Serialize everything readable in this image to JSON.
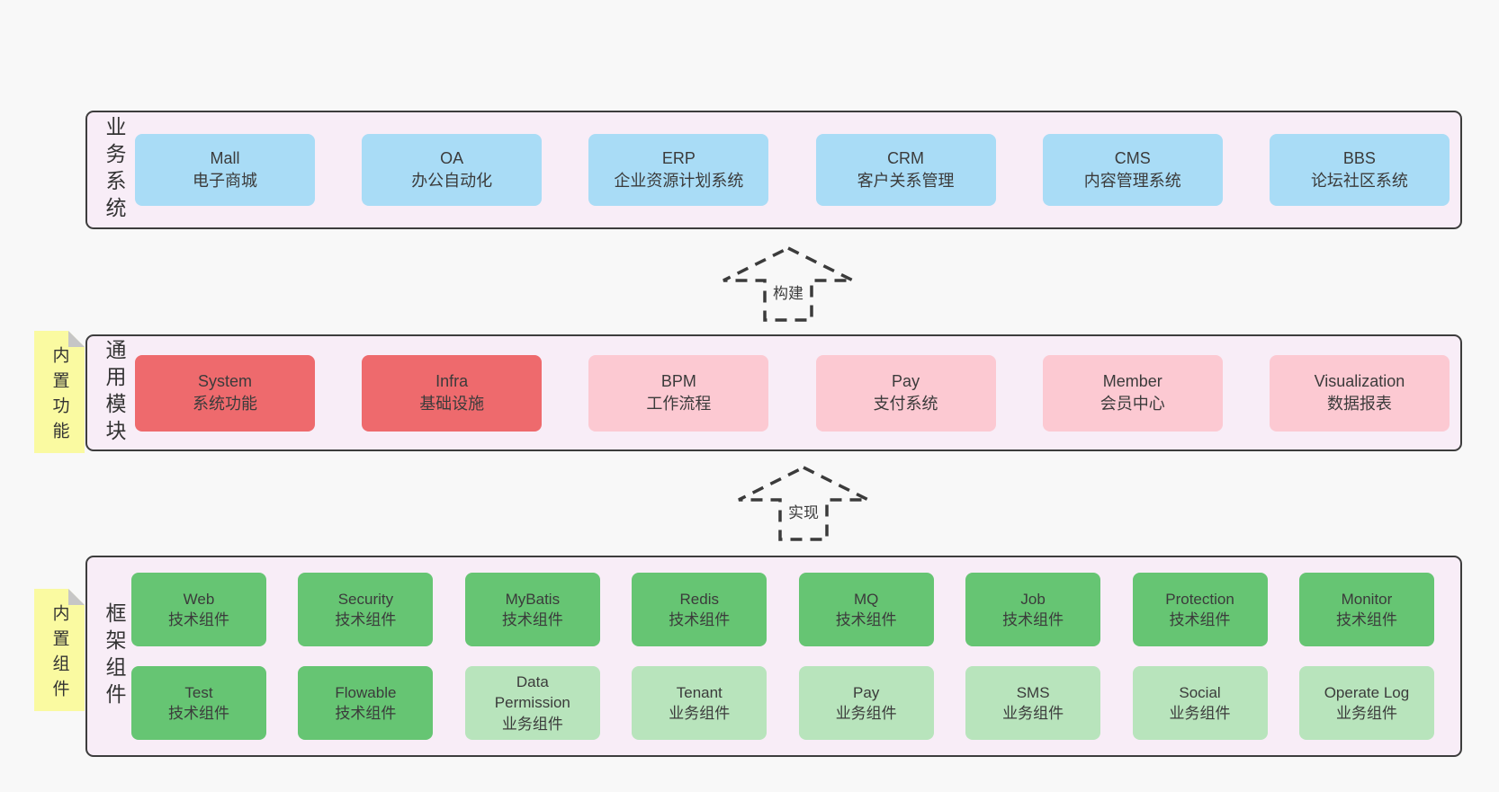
{
  "palette": {
    "page_bg": "#f8f8f8",
    "band_bg": "#f8edf7",
    "outline": "#3d3d3d",
    "box_blue": "#a9dcf6",
    "box_red": "#ee6a6d",
    "box_pink": "#fcc9d2",
    "box_green_dark": "#66c573",
    "box_green_light": "#b8e4bc",
    "sticky_yellow": "#fafaa1",
    "sticky_fold": "#c6c6c6"
  },
  "bands": [
    {
      "label": "业务系统",
      "boxes": [
        {
          "name": "Mall",
          "desc": "电子商城"
        },
        {
          "name": "OA",
          "desc": "办公自动化"
        },
        {
          "name": "ERP",
          "desc": "企业资源计划系统"
        },
        {
          "name": "CRM",
          "desc": "客户关系管理"
        },
        {
          "name": "CMS",
          "desc": "内容管理系统"
        },
        {
          "name": "BBS",
          "desc": "论坛社区系统"
        }
      ]
    },
    {
      "label": "通用模块",
      "sticky": "内置功能",
      "boxes": [
        {
          "name": "System",
          "desc": "系统功能"
        },
        {
          "name": "Infra",
          "desc": "基础设施"
        },
        {
          "name": "BPM",
          "desc": "工作流程"
        },
        {
          "name": "Pay",
          "desc": "支付系统"
        },
        {
          "name": "Member",
          "desc": "会员中心"
        },
        {
          "name": "Visualization",
          "desc": "数据报表"
        }
      ]
    },
    {
      "label": "框架组件",
      "sticky": "内置组件",
      "rows": [
        [
          {
            "name": "Web",
            "desc": "技术组件"
          },
          {
            "name": "Security",
            "desc": "技术组件"
          },
          {
            "name": "MyBatis",
            "desc": "技术组件"
          },
          {
            "name": "Redis",
            "desc": "技术组件"
          },
          {
            "name": "MQ",
            "desc": "技术组件"
          },
          {
            "name": "Job",
            "desc": "技术组件"
          },
          {
            "name": "Protection",
            "desc": "技术组件"
          },
          {
            "name": "Monitor",
            "desc": "技术组件"
          }
        ],
        [
          {
            "name": "Test",
            "desc": "技术组件"
          },
          {
            "name": "Flowable",
            "desc": "技术组件"
          },
          {
            "name": "Data Permission",
            "desc": "业务组件"
          },
          {
            "name": "Tenant",
            "desc": "业务组件"
          },
          {
            "name": "Pay",
            "desc": "业务组件"
          },
          {
            "name": "SMS",
            "desc": "业务组件"
          },
          {
            "name": "Social",
            "desc": "业务组件"
          },
          {
            "name": "Operate Log",
            "desc": "业务组件"
          }
        ]
      ]
    }
  ],
  "arrows": [
    {
      "label": "构建"
    },
    {
      "label": "实现"
    }
  ]
}
